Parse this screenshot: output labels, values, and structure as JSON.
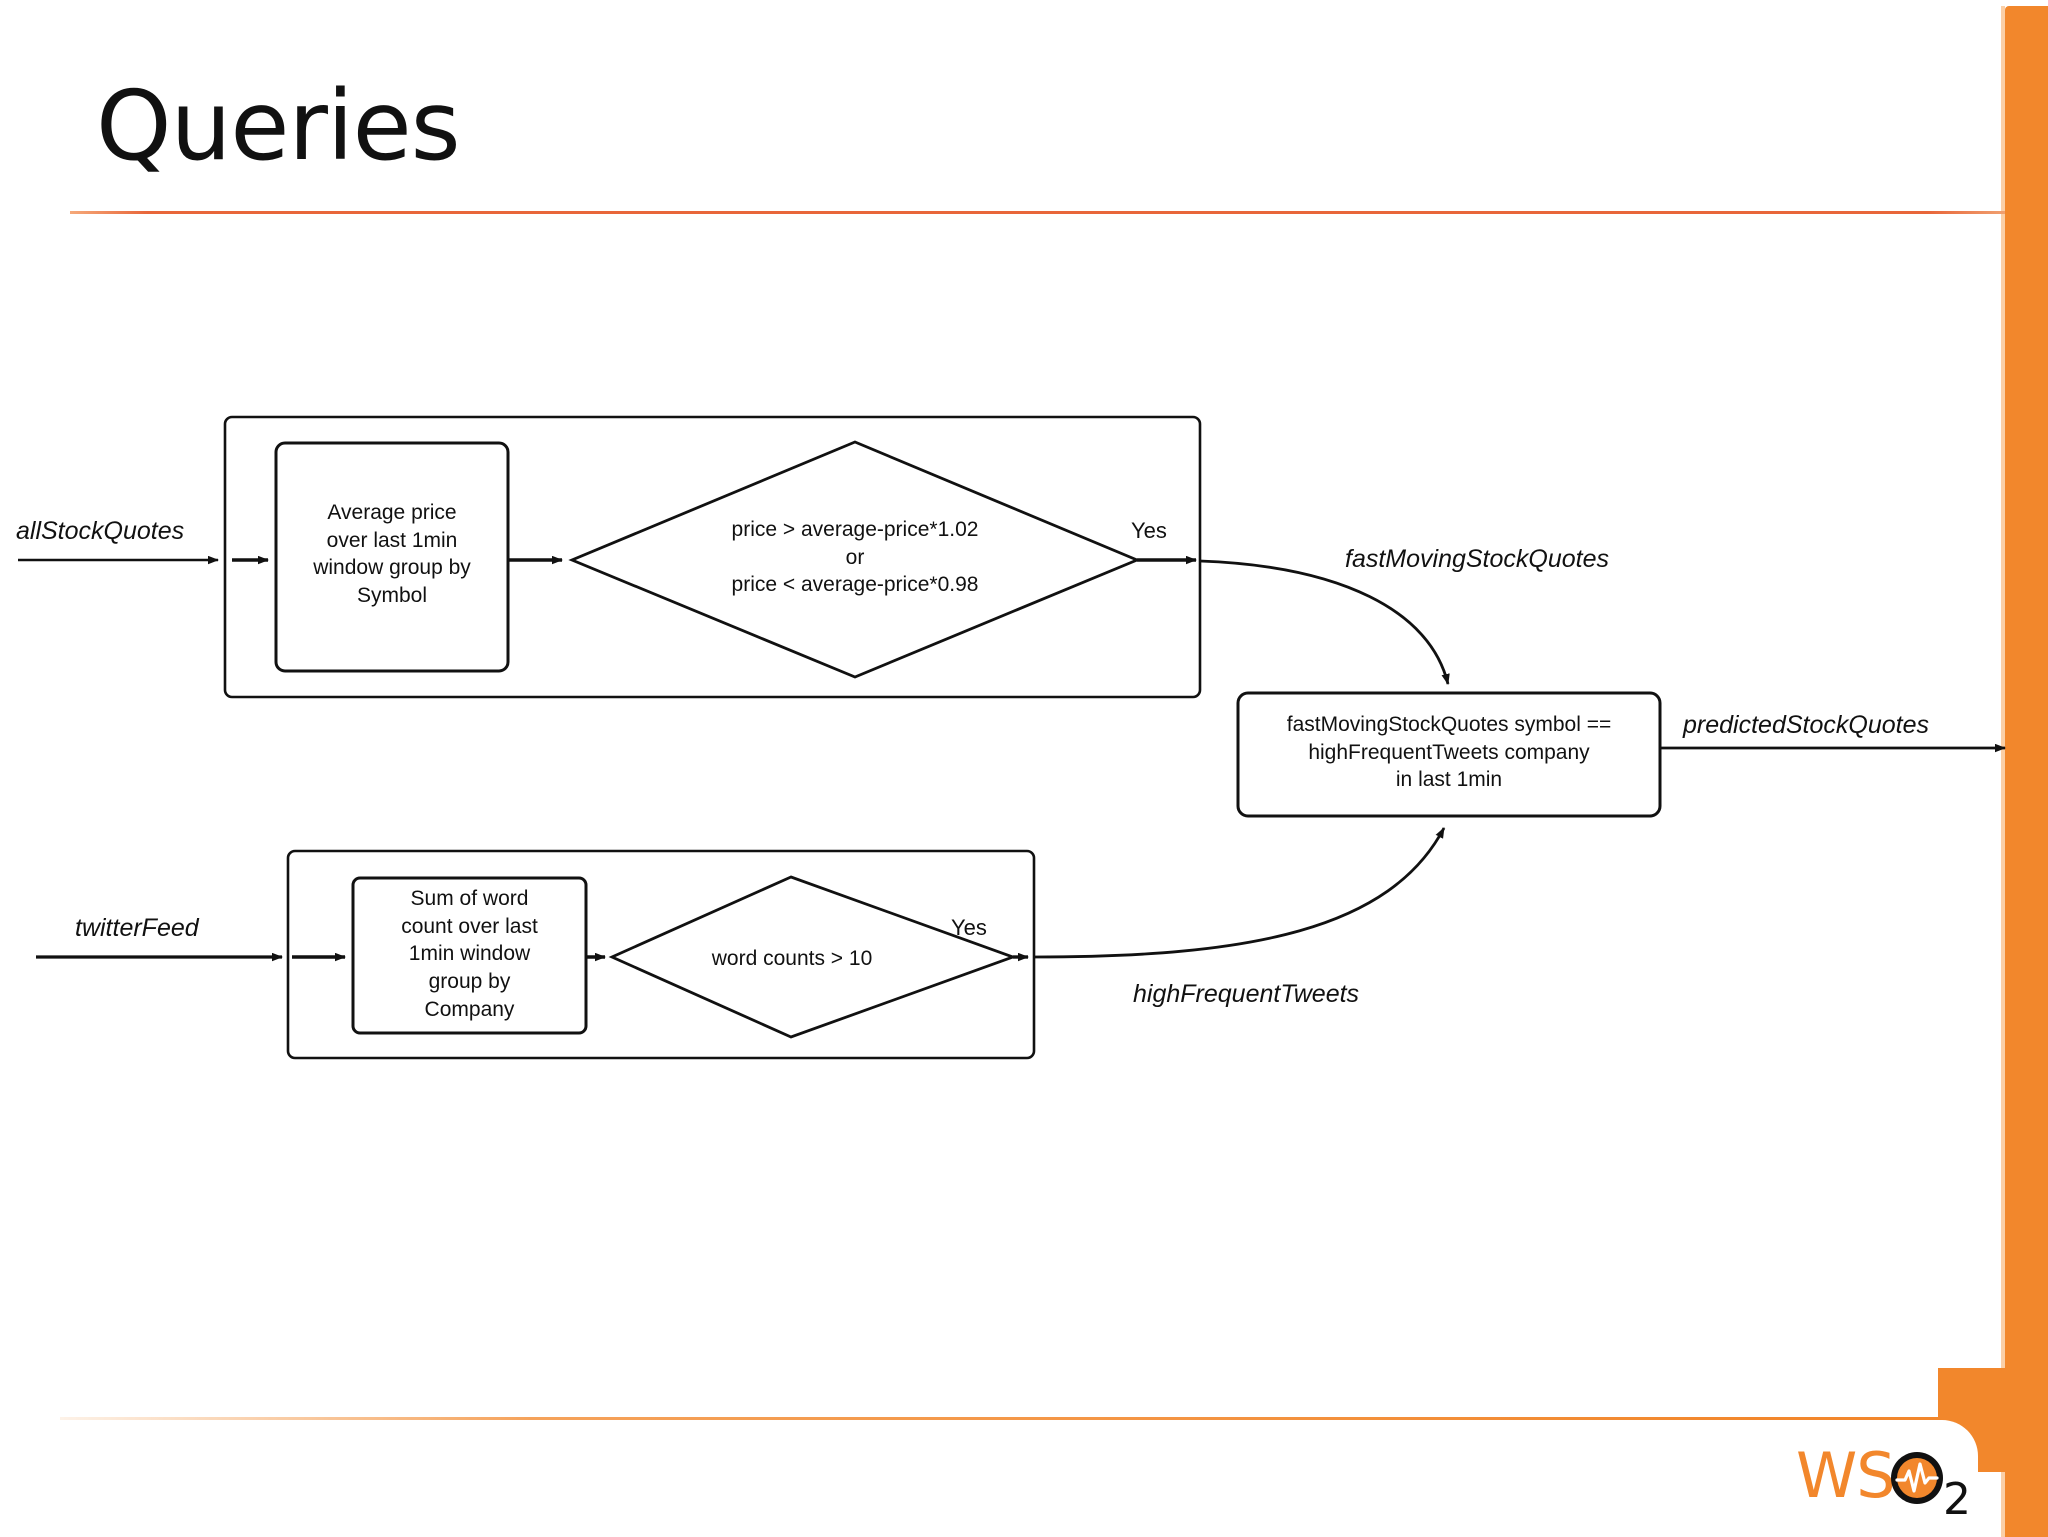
{
  "slide": {
    "title": "Queries",
    "accent_color": "#F2872C",
    "rule_color": "#E8663A",
    "logo_name": "wso2-logo",
    "logo_text": "WSO2"
  },
  "diagram": {
    "type": "flowchart",
    "inputs": [
      {
        "name": "input-allstockquotes",
        "label": "allStockQuotes"
      },
      {
        "name": "input-twitterfeed",
        "label": "twitterFeed"
      }
    ],
    "streams": [
      {
        "name": "stream-fastmovingstockquotes",
        "label": "fastMovingStockQuotes"
      },
      {
        "name": "stream-highfrequenttweets",
        "label": "highFrequentTweets"
      },
      {
        "name": "stream-predictedstockquotes",
        "label": "predictedStockQuotes"
      }
    ],
    "query_top": {
      "window_box": "Average price\nover last 1min\nwindow  group by\nSymbol",
      "filter_diamond": "price  > average-price*1.02\nor\nprice  <  average-price*0.98",
      "branch_label": "Yes"
    },
    "query_bottom": {
      "window_box": "Sum of word\ncount over last\n1min window\ngroup by\nCompany",
      "filter_diamond": "word counts > 10",
      "branch_label": "Yes"
    },
    "join_box": {
      "text": "fastMovingStockQuotes symbol  ==\nhighFrequentTweets company\nin last 1min"
    }
  }
}
